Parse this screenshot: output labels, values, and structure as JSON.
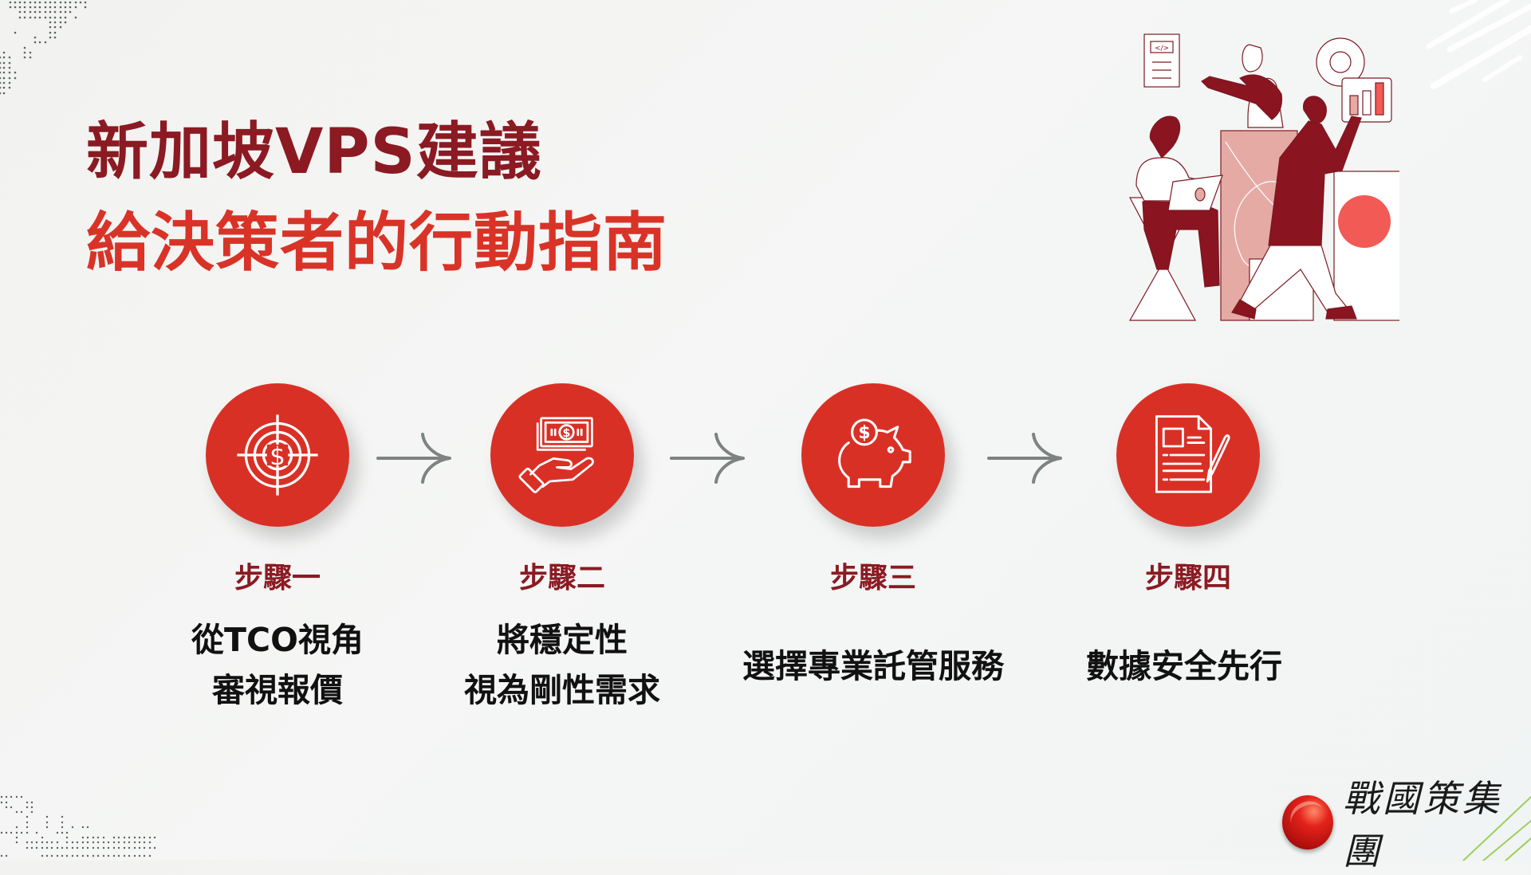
{
  "title": {
    "line1": "新加坡VPS建議",
    "line2": "給決策者的行動指南"
  },
  "colors": {
    "title_dark_red": "#8b1a22",
    "title_red": "#d93328",
    "circle_red": "#d93026",
    "step_label": "#8b1a22",
    "arrow_gray": "#7d8380",
    "illustration_maroon": "#8a1420",
    "illustration_pink": "#e6aaa4",
    "illustration_coral": "#f25a55"
  },
  "steps": [
    {
      "label": "步驟一",
      "icon": "target-dollar-icon",
      "lines": [
        "從TCO視角",
        "審視報價"
      ]
    },
    {
      "label": "步驟二",
      "icon": "hand-money-icon",
      "lines": [
        "將穩定性",
        "視為剛性需求"
      ]
    },
    {
      "label": "步驟三",
      "icon": "piggy-bank-icon",
      "lines": [
        "選擇專業託管服務"
      ]
    },
    {
      "label": "步驟四",
      "icon": "document-pencil-icon",
      "lines": [
        "數據安全先行"
      ]
    }
  ],
  "arrows": [
    "arrow-right-icon",
    "arrow-right-icon",
    "arrow-right-icon"
  ],
  "illustration": {
    "name": "team-collaboration-illustration",
    "code_tag": "</>"
  },
  "logo": {
    "text": "戰國策集團"
  }
}
